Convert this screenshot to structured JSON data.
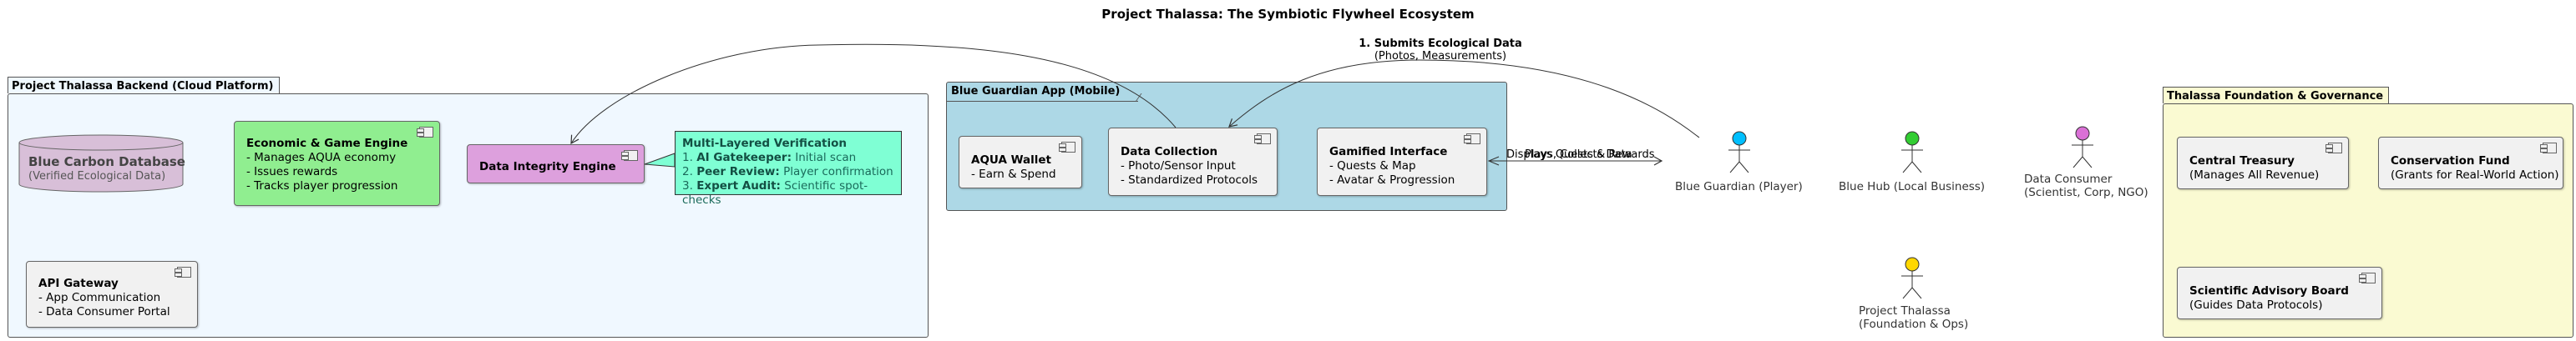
{
  "title": "Project Thalassa: The Symbiotic Flywheel Ecosystem",
  "colors": {
    "backend_bg": "#f0f8ff",
    "app_bg": "#add8e6",
    "foundation_bg": "#fafad2",
    "db": "#d8bfd8",
    "economic": "#90ee90",
    "integrity": "#dda0dd",
    "note": "#7fffd4",
    "component": "#f1f1f1",
    "player": "#00bfff",
    "hub": "#32cd32",
    "consumer": "#da70d6",
    "project": "#ffd700"
  },
  "packages": {
    "backend": {
      "label": "Project Thalassa Backend (Cloud Platform)"
    },
    "app": {
      "label": "Blue Guardian App (Mobile)"
    },
    "foundation": {
      "label": "Thalassa Foundation & Governance"
    }
  },
  "backend": {
    "database": {
      "name": "Blue Carbon Database",
      "sub": "(Verified Ecological Data)"
    },
    "economic": {
      "name": "Economic & Game Engine",
      "lines": [
        "- Manages AQUA economy",
        "- Issues rewards",
        "- Tracks player progression"
      ]
    },
    "integrity": {
      "name": "Data Integrity Engine"
    },
    "gateway": {
      "name": "API Gateway",
      "lines": [
        "- App Communication",
        "- Data Consumer Portal"
      ]
    },
    "note": {
      "heading": "Multi-Layered Verification",
      "items": [
        {
          "num": "1.",
          "label": "AI Gatekeeper:",
          "text": "Initial scan"
        },
        {
          "num": "2.",
          "label": "Peer Review:",
          "text": "Player confirmation"
        },
        {
          "num": "3.",
          "label": "Expert Audit:",
          "text": "Scientific spot-checks"
        }
      ]
    }
  },
  "app": {
    "wallet": {
      "name": "AQUA Wallet",
      "lines": [
        "- Earn & Spend"
      ]
    },
    "collection": {
      "name": "Data Collection",
      "lines": [
        "- Photo/Sensor Input",
        "- Standardized Protocols"
      ]
    },
    "gamified": {
      "name": "Gamified Interface",
      "lines": [
        "- Quests & Map",
        "- Avatar & Progression"
      ]
    }
  },
  "foundation": {
    "treasury": {
      "name": "Central Treasury",
      "sub": "(Manages All Revenue)"
    },
    "conservation": {
      "name": "Conservation Fund",
      "sub": "(Grants for Real-World Action)"
    },
    "advisory": {
      "name": "Scientific Advisory Board",
      "sub": "(Guides Data Protocols)"
    }
  },
  "actors": {
    "player": {
      "line1": "Blue Guardian (Player)",
      "line2": ""
    },
    "hub": {
      "line1": "Blue Hub (Local Business)",
      "line2": ""
    },
    "consumer": {
      "line1": "Data Consumer",
      "line2": "(Scientist, Corp, NGO)"
    },
    "project": {
      "line1": "Project Thalassa",
      "line2": "(Foundation & Ops)"
    }
  },
  "edges": {
    "submit_title": "1. Submits Ecological Data",
    "submit_sub": "(Photos, Measurements)",
    "display_label": "Displays Quests & Rewards",
    "overlap_label": "Plays, Collects Data"
  }
}
